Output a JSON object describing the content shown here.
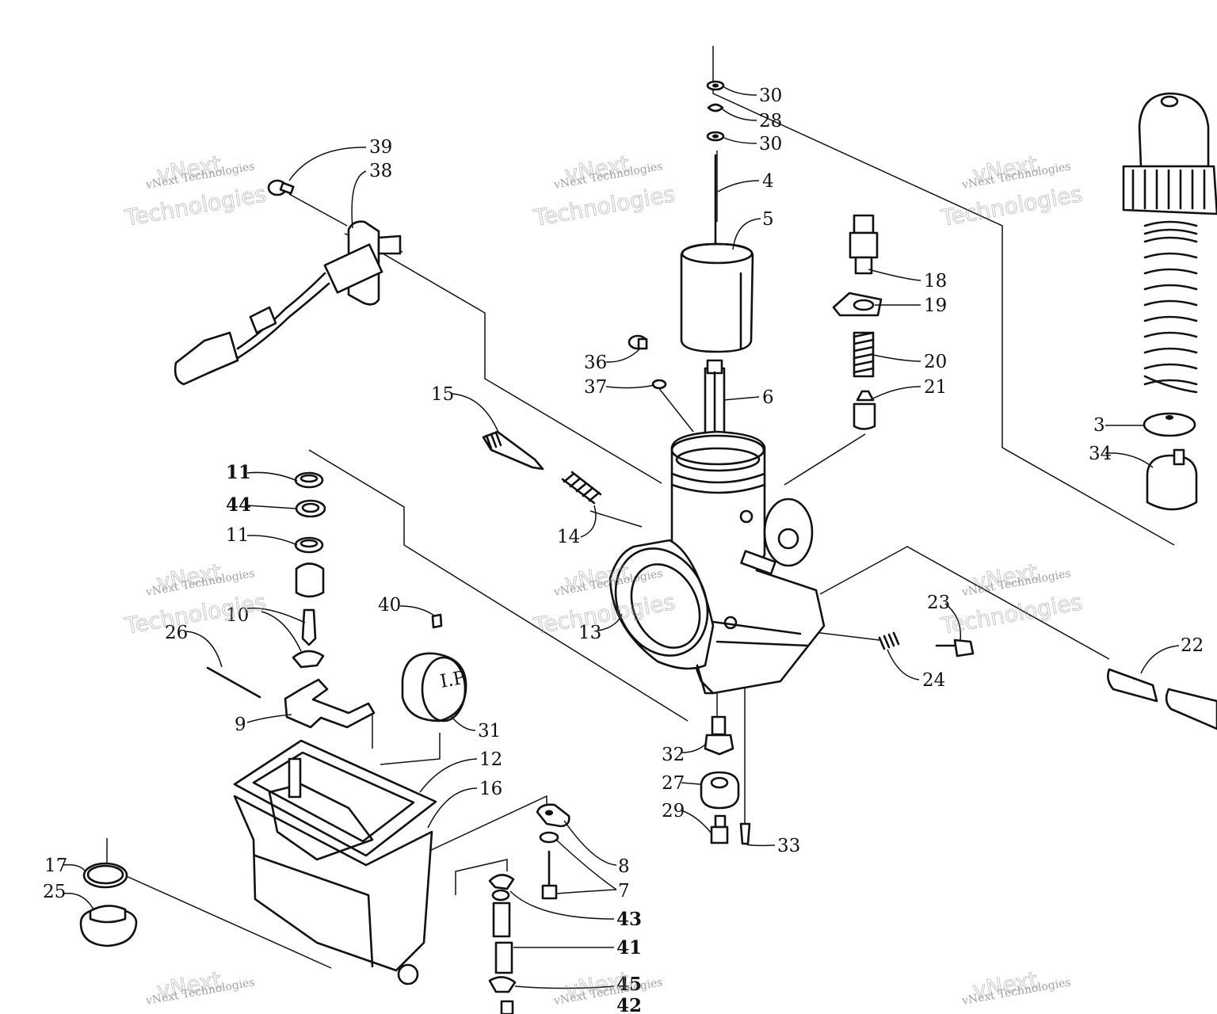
{
  "diagram": {
    "callouts": [
      {
        "id": "c30a",
        "text": "30"
      },
      {
        "id": "c28",
        "text": "28"
      },
      {
        "id": "c30b",
        "text": "30"
      },
      {
        "id": "c4",
        "text": "4"
      },
      {
        "id": "c5",
        "text": "5"
      },
      {
        "id": "c18",
        "text": "18"
      },
      {
        "id": "c19",
        "text": "19"
      },
      {
        "id": "c20",
        "text": "20"
      },
      {
        "id": "c21",
        "text": "21"
      },
      {
        "id": "c36",
        "text": "36"
      },
      {
        "id": "c37",
        "text": "37"
      },
      {
        "id": "c6",
        "text": "6"
      },
      {
        "id": "c15",
        "text": "15"
      },
      {
        "id": "c14",
        "text": "14"
      },
      {
        "id": "c13",
        "text": "13"
      },
      {
        "id": "c39",
        "text": "39"
      },
      {
        "id": "c38",
        "text": "38"
      },
      {
        "id": "c11a",
        "text": "11"
      },
      {
        "id": "c44",
        "text": "44"
      },
      {
        "id": "c11b",
        "text": "11"
      },
      {
        "id": "c10",
        "text": "10"
      },
      {
        "id": "c26",
        "text": "26"
      },
      {
        "id": "c9",
        "text": "9"
      },
      {
        "id": "c40",
        "text": "40"
      },
      {
        "id": "c31",
        "text": "31"
      },
      {
        "id": "c12",
        "text": "12"
      },
      {
        "id": "c16",
        "text": "16"
      },
      {
        "id": "c17",
        "text": "17"
      },
      {
        "id": "c25",
        "text": "25"
      },
      {
        "id": "c8",
        "text": "8"
      },
      {
        "id": "c7",
        "text": "7"
      },
      {
        "id": "c43",
        "text": "43"
      },
      {
        "id": "c41",
        "text": "41"
      },
      {
        "id": "c45",
        "text": "45"
      },
      {
        "id": "c42",
        "text": "42"
      },
      {
        "id": "c32",
        "text": "32"
      },
      {
        "id": "c27",
        "text": "27"
      },
      {
        "id": "c29",
        "text": "29"
      },
      {
        "id": "c33",
        "text": "33"
      },
      {
        "id": "c23",
        "text": "23"
      },
      {
        "id": "c24",
        "text": "24"
      },
      {
        "id": "c22",
        "text": "22"
      },
      {
        "id": "c3",
        "text": "3"
      },
      {
        "id": "c34",
        "text": "34"
      }
    ],
    "part_label": "I.P",
    "watermark": {
      "line1": "vNext Technologies",
      "line2": "vNext",
      "line3": "Technologies"
    }
  }
}
